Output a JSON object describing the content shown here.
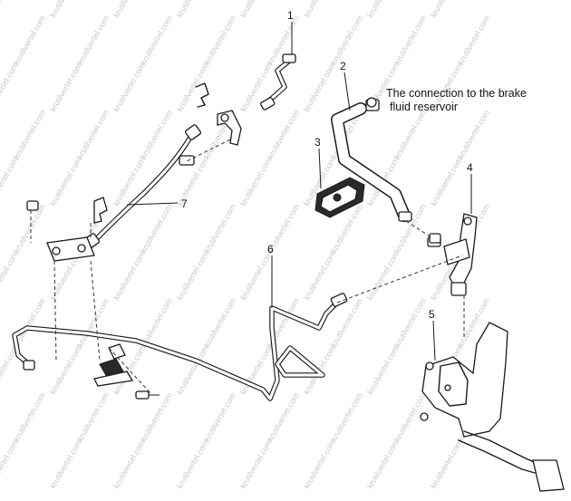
{
  "callouts": {
    "n1": "1",
    "n2": "2",
    "n3": "3",
    "n4": "4",
    "n5": "5",
    "n6": "6",
    "n7": "7"
  },
  "note": {
    "line1": "The connection to the brake",
    "line2": "fluid reservoir"
  },
  "watermark": "krutilvertel.com"
}
